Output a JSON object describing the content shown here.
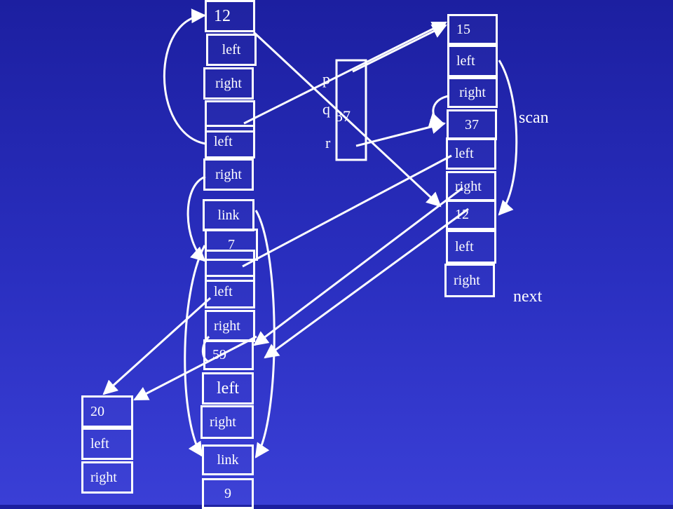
{
  "left_column": {
    "node_12": {
      "key": "12",
      "left": "left",
      "right": "right"
    },
    "node_blank": {
      "key": "",
      "left": "left",
      "right": "right"
    },
    "link_top": "link",
    "node_7": {
      "key": "7",
      "left": "left",
      "right": "right"
    },
    "node_59": {
      "key": "59",
      "left": "left",
      "right": "right"
    },
    "link_bottom": "link",
    "node_9": {
      "key": "9"
    }
  },
  "node_20": {
    "key": "20",
    "left": "left",
    "right": "right"
  },
  "pointer_box": {
    "p": "p",
    "q": "q",
    "r": "r",
    "value": "37"
  },
  "right_column": {
    "node_15": {
      "key": "15",
      "left": "left",
      "right": "right"
    },
    "node_37": {
      "key": "37",
      "left": "left",
      "right": "right"
    },
    "node_12": {
      "key": "12",
      "left": "left",
      "right": "right"
    }
  },
  "labels": {
    "scan": "scan",
    "next": "next"
  }
}
